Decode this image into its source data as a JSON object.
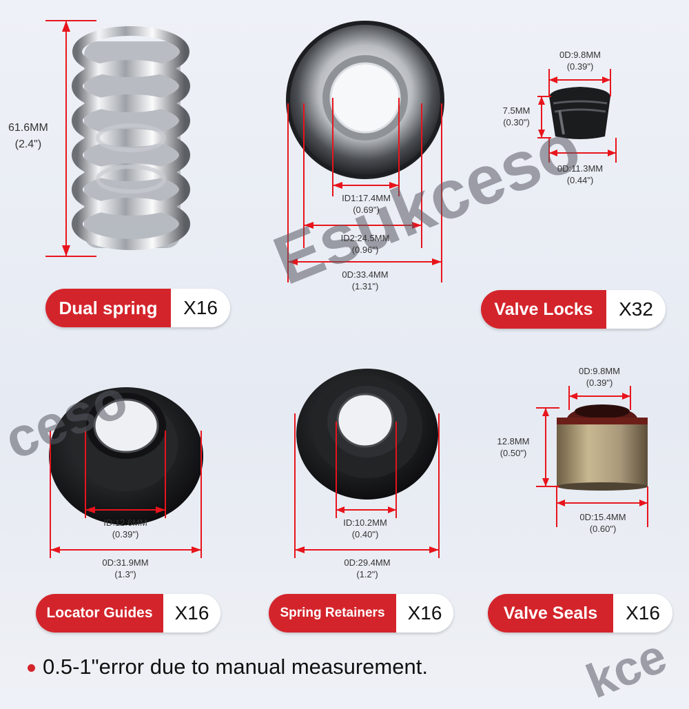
{
  "watermark": {
    "main": "Esukceso",
    "left": "ceso",
    "bottom": "kce"
  },
  "parts": [
    {
      "label": "Dual spring",
      "qty": "X16"
    },
    {
      "label": "Valve Locks",
      "qty": "X32"
    },
    {
      "label": "Locator Guides",
      "qty": "X16"
    },
    {
      "label": "Spring Retainers",
      "qty": "X16"
    },
    {
      "label": "Valve Seals",
      "qty": "X16"
    }
  ],
  "dimensions": {
    "spring_height": {
      "mm": "61.6MM",
      "in": "(2.4\")"
    },
    "washer_id1": {
      "mm": "ID1:17.4MM",
      "in": "(0.69\")"
    },
    "washer_id2": {
      "mm": "ID2:24.5MM",
      "in": "(0.96\")"
    },
    "washer_od": {
      "mm": "0D:33.4MM",
      "in": "(1.31\")"
    },
    "lock_od_top": {
      "mm": "0D:9.8MM",
      "in": "(0.39\")"
    },
    "lock_height": {
      "mm": "7.5MM",
      "in": "(0.30\")"
    },
    "lock_od_bottom": {
      "mm": "0D:11.3MM",
      "in": "(0.44\")"
    },
    "guide_id": {
      "mm": "ID:12.6MM",
      "in": "(0.39\")"
    },
    "guide_od": {
      "mm": "0D:31.9MM",
      "in": "(1.3\")"
    },
    "retainer_id": {
      "mm": "ID:10.2MM",
      "in": "(0.40\")"
    },
    "retainer_od": {
      "mm": "0D:29.4MM",
      "in": "(1.2\")"
    },
    "seal_od_top": {
      "mm": "0D:9.8MM",
      "in": "(0.39\")"
    },
    "seal_height": {
      "mm": "12.8MM",
      "in": "(0.50\")"
    },
    "seal_od_bottom": {
      "mm": "0D:15.4MM",
      "in": "(0.60\")"
    }
  },
  "note": "0.5-1\"error due to manual measurement.",
  "colors": {
    "accent": "#d4242b",
    "dimension_line": "#e8141c"
  }
}
